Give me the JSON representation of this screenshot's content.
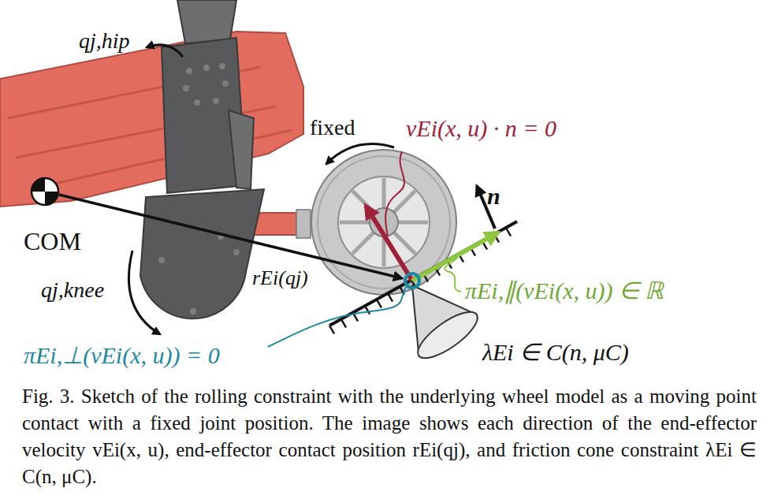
{
  "diagram": {
    "caption": "Fig. 3. Sketch of the rolling constraint with the underlying wheel model as a moving point contact with a fixed joint position. The image shows each direction of the end-effector velocity vEi(x, u), end-effector contact position rEi(qj), and friction cone constraint λEi ∈ C(n, μC).",
    "labels": [
      "qj,hip",
      "fixed",
      "vEi(x, u) · n = 0",
      "n",
      "COM",
      "rEi(qj)",
      "qj,knee",
      "πEi,∥(vEi(x, u)) ∈ ℝ",
      "πEi,⊥(vEi(x, u)) = 0",
      "λEi ∈ C(n, μC)"
    ]
  }
}
